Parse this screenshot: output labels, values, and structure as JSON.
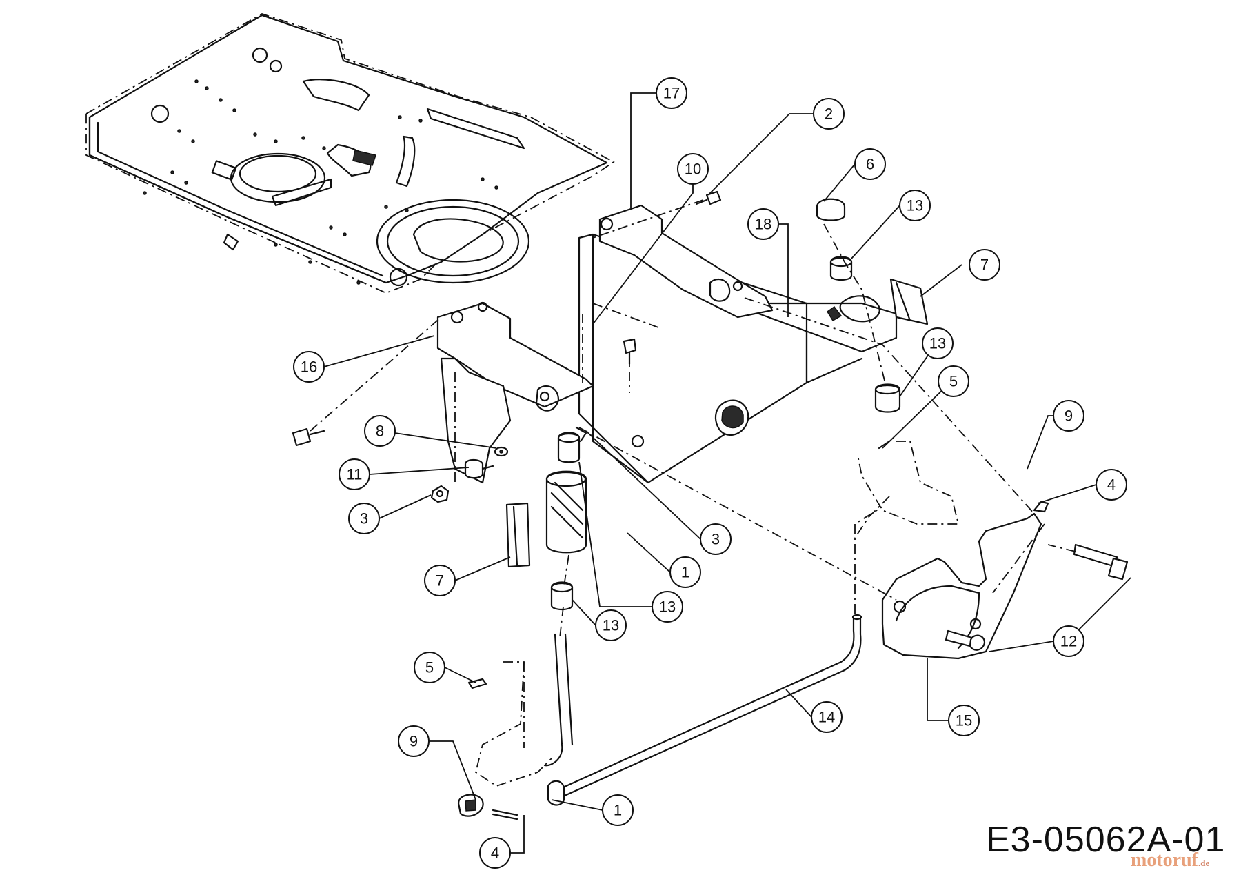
{
  "diagram": {
    "reference_code": "E3-05062A-01",
    "watermark": {
      "name": "motoruf",
      "suffix": ".de"
    },
    "callouts": [
      {
        "label": "17"
      },
      {
        "label": "2"
      },
      {
        "label": "10"
      },
      {
        "label": "6"
      },
      {
        "label": "13"
      },
      {
        "label": "18"
      },
      {
        "label": "7"
      },
      {
        "label": "13"
      },
      {
        "label": "16"
      },
      {
        "label": "5"
      },
      {
        "label": "9"
      },
      {
        "label": "8"
      },
      {
        "label": "4"
      },
      {
        "label": "11"
      },
      {
        "label": "3"
      },
      {
        "label": "3"
      },
      {
        "label": "1"
      },
      {
        "label": "7"
      },
      {
        "label": "13"
      },
      {
        "label": "13"
      },
      {
        "label": "12"
      },
      {
        "label": "5"
      },
      {
        "label": "14"
      },
      {
        "label": "15"
      },
      {
        "label": "9"
      },
      {
        "label": "1"
      },
      {
        "label": "4"
      }
    ]
  }
}
